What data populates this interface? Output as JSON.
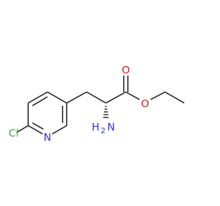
{
  "structure": {
    "atoms": {
      "chlorine": {
        "symbol": "Cl",
        "color": "#3db23d"
      },
      "ring_nitrogen": {
        "symbol": "N",
        "color": "#2f2ff0"
      },
      "carbonyl_oxygen": {
        "symbol": "O",
        "color": "#e0201c"
      },
      "ester_oxygen": {
        "symbol": "O",
        "color": "#e0201c"
      },
      "amine": {
        "symbol": "N",
        "hydrogen": "H",
        "count": "2",
        "color": "#2f2ff0"
      }
    },
    "colors": {
      "bond": "#2b2b2b",
      "wedge": "#2b2b2b"
    }
  }
}
